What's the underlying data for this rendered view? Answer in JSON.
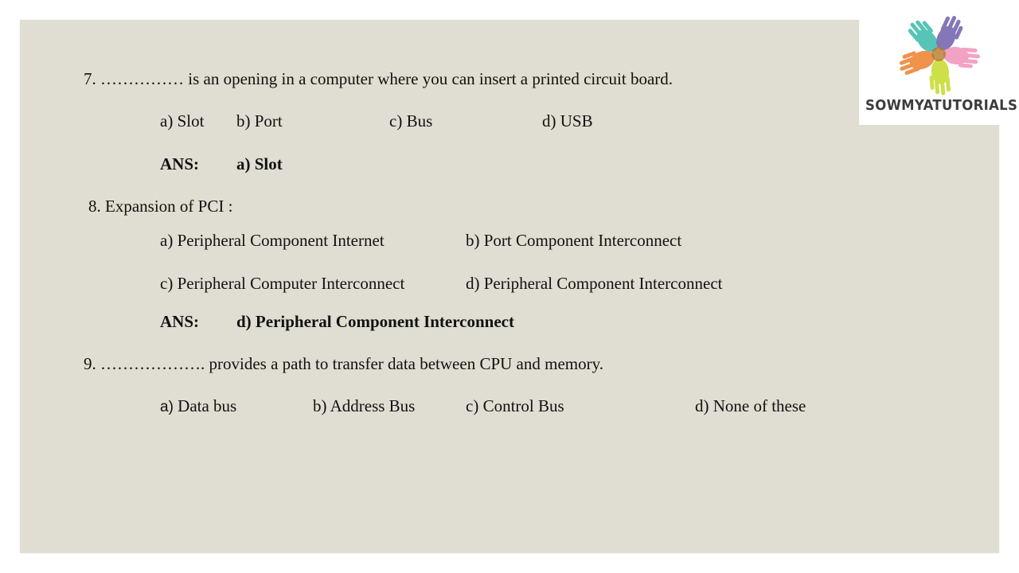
{
  "brand": {
    "name": "SOWMYATUTORIALS",
    "logo_icon": "colorful-hands-flower-icon",
    "logo_colors": [
      "#4fc1b5",
      "#7b6bb3",
      "#f29bbf",
      "#c9dd3a",
      "#ee8a3c",
      "#2f8a8e"
    ]
  },
  "slide": {
    "background": "#e0ddd2",
    "questions": [
      {
        "number": "7.",
        "text": "7. …………… is an opening in a computer where you can insert a printed circuit board.",
        "options": {
          "a": "a) Slot",
          "b": "b) Port",
          "c": "c) Bus",
          "d": "d) USB"
        },
        "answer_label": "ANS:",
        "answer": "a) Slot"
      },
      {
        "number": "8.",
        "text": "8. Expansion of PCI :",
        "options": {
          "a": "a) Peripheral Component Internet",
          "b": "b) Port Component Interconnect",
          "c": "c) Peripheral Computer Interconnect",
          "d": "d) Peripheral Component Interconnect"
        },
        "answer_label": "ANS:",
        "answer": "d) Peripheral Component Interconnect"
      },
      {
        "number": "9.",
        "text": "9. ………………. provides a path to transfer data between CPU and memory.",
        "options": {
          "a_prefix": "a)",
          "a": " Data bus",
          "b": "b) Address Bus",
          "c": "c) Control Bus",
          "d": "d) None of these"
        }
      }
    ]
  }
}
